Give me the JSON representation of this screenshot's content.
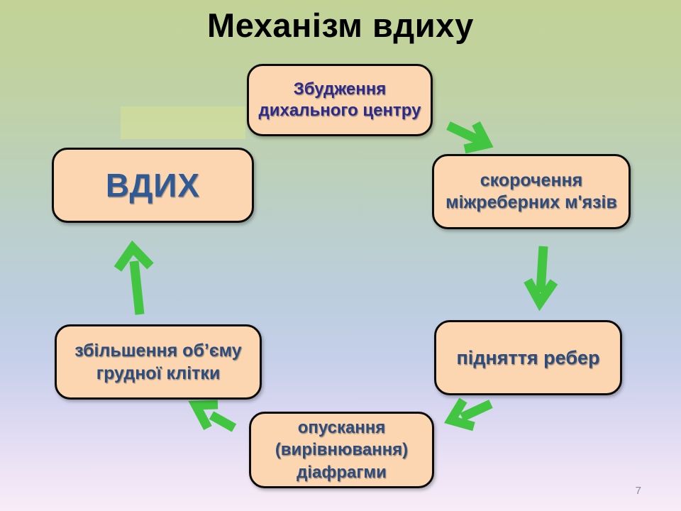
{
  "slide": {
    "title": "Механізм вдиху",
    "page_number": "7"
  },
  "diagram": {
    "nodes": [
      {
        "id": "excitation",
        "label": "Збудження дихального центру"
      },
      {
        "id": "intercostal",
        "label": "скорочення міжреберних м'язів"
      },
      {
        "id": "ribs",
        "label": "підняття ребер"
      },
      {
        "id": "diaphragm",
        "label": "опускання (вирівнювання) діафрагми"
      },
      {
        "id": "chest-volume",
        "label": "збільшення об’єму грудної клітки"
      },
      {
        "id": "inhale",
        "label": "ВДИХ"
      }
    ],
    "arrows": [
      {
        "from": "excitation",
        "to": "intercostal",
        "direction": "down-right"
      },
      {
        "from": "intercostal",
        "to": "ribs",
        "direction": "down"
      },
      {
        "from": "ribs",
        "to": "diaphragm",
        "direction": "down-left"
      },
      {
        "from": "diaphragm",
        "to": "chest-volume",
        "direction": "up-left"
      },
      {
        "from": "chest-volume",
        "to": "inhale",
        "direction": "up"
      }
    ]
  },
  "colors": {
    "background_top": "#c3d396",
    "background_middle": "#bccede",
    "background_bottom": "#f9ecf7",
    "box_fill": "#fcd6b1",
    "box_border": "#0b0b0b",
    "arrow_green": "#42c642",
    "title_color": "#000000",
    "node_text": "#2d4c7c",
    "excitation_text": "#2b2b8c",
    "inhale_text": "#2f5a96",
    "page_number_color": "#8a8a92"
  }
}
